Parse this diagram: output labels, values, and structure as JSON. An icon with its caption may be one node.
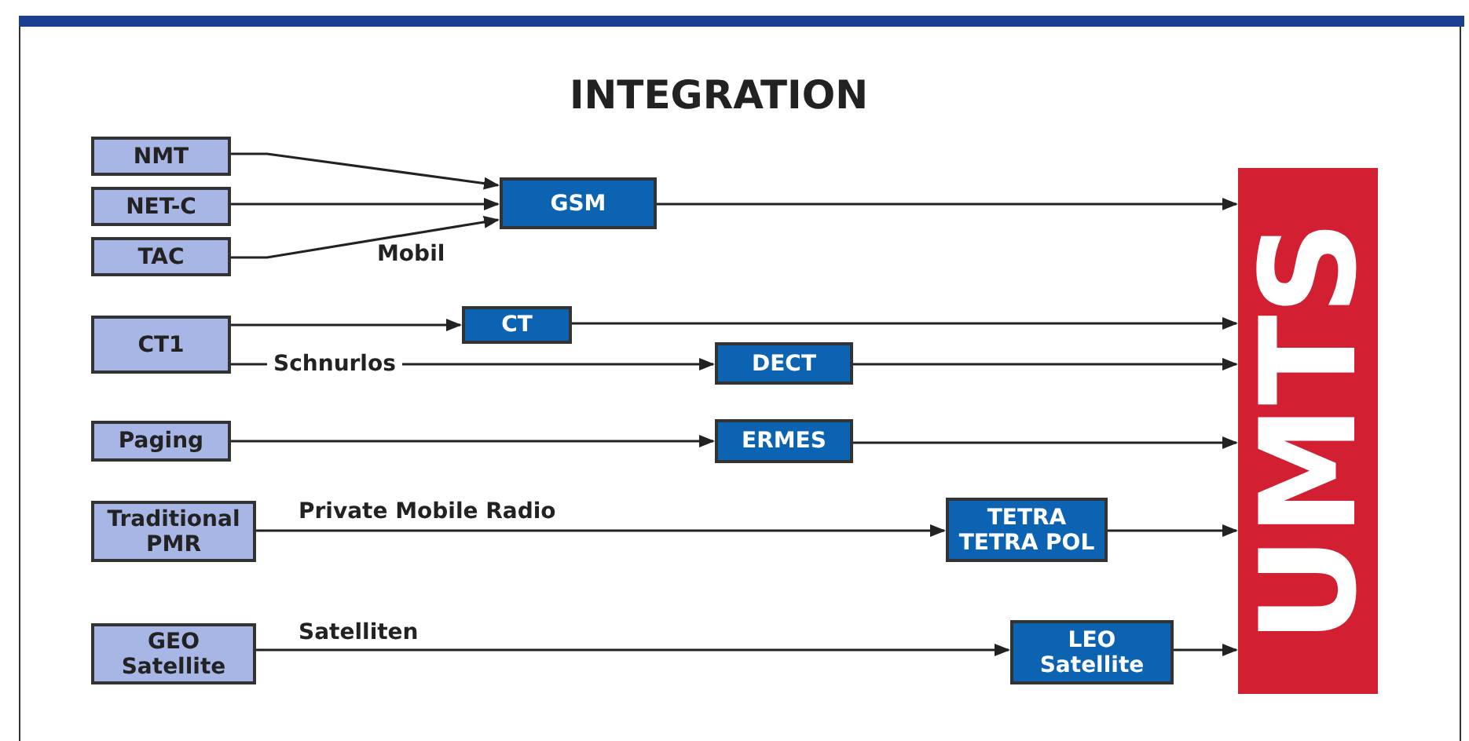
{
  "diagram": {
    "title": "INTEGRATION",
    "nodes": [
      {
        "text": [
          "NMT"
        ]
      },
      {
        "text": [
          "NET-C"
        ]
      },
      {
        "text": [
          "TAC"
        ]
      },
      {
        "text": [
          "GSM"
        ]
      },
      {
        "text": [
          "CT1"
        ]
      },
      {
        "text": [
          "CT"
        ]
      },
      {
        "text": [
          "DECT"
        ]
      },
      {
        "text": [
          "Paging"
        ]
      },
      {
        "text": [
          "ERMES"
        ]
      },
      {
        "text": [
          "Traditional PMR"
        ]
      },
      {
        "text": [
          "TETRA TETRA POL"
        ]
      },
      {
        "text": [
          "GEO Satellite"
        ]
      },
      {
        "text": [
          "LEO Satellite"
        ]
      },
      {
        "text": [
          "UMTS"
        ]
      }
    ],
    "edges": [
      {
        "from": 0,
        "to": 3,
        "arrow": "to"
      },
      {
        "from": 1,
        "to": 3,
        "arrow": "to"
      },
      {
        "from": 2,
        "to": 3,
        "arrow": "to"
      },
      {
        "from": 3,
        "to": 13,
        "arrow": "to"
      },
      {
        "from": 4,
        "to": 5,
        "arrow": "to"
      },
      {
        "from": 4,
        "to": 6,
        "arrow": "to",
        "label": "Schnurlos"
      },
      {
        "from": 5,
        "to": 13,
        "arrow": "to"
      },
      {
        "from": 6,
        "to": 13,
        "arrow": "to"
      },
      {
        "from": 7,
        "to": 8,
        "arrow": "to"
      },
      {
        "from": 8,
        "to": 13,
        "arrow": "to"
      },
      {
        "from": 9,
        "to": 10,
        "arrow": "to",
        "label": "Private Mobile Radio"
      },
      {
        "from": 10,
        "to": 13,
        "arrow": "to"
      },
      {
        "from": 11,
        "to": 12,
        "arrow": "to",
        "label": "Satelliten"
      },
      {
        "from": 12,
        "to": 13,
        "arrow": "to"
      }
    ],
    "labels": [
      "Mobil"
    ]
  }
}
